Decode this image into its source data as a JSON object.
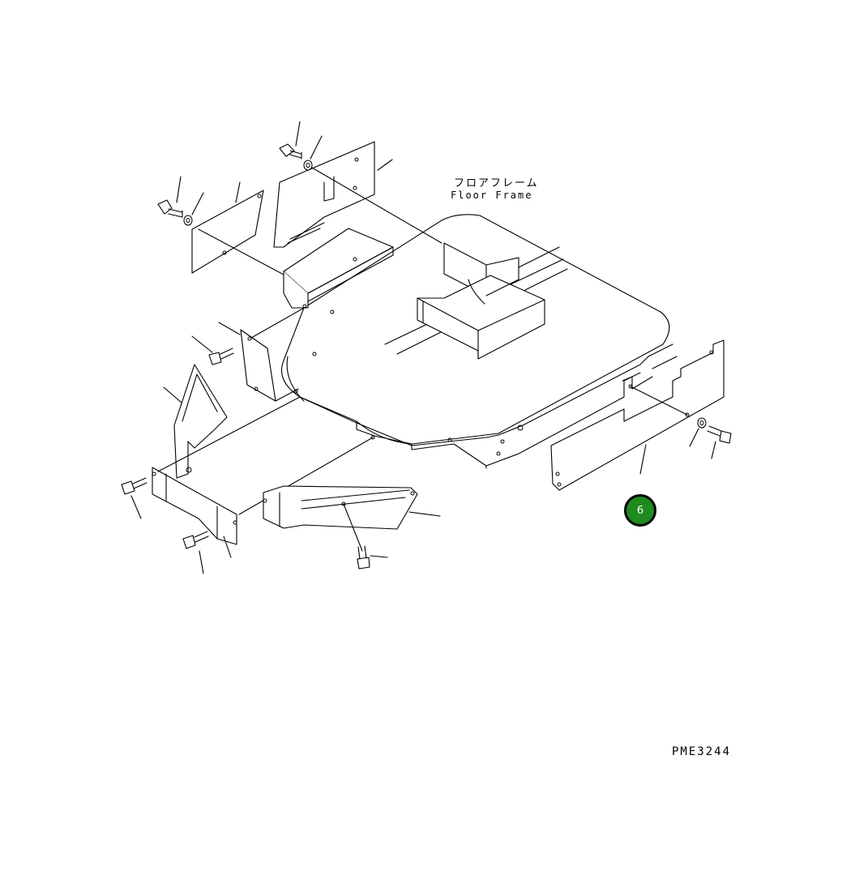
{
  "labels": {
    "floor_frame_jp": "フロアフレーム",
    "floor_frame_en": "Floor Frame",
    "drawing_code": "PME3244"
  },
  "callouts": [
    {
      "number": "6",
      "color": "#1f8a1f"
    }
  ]
}
